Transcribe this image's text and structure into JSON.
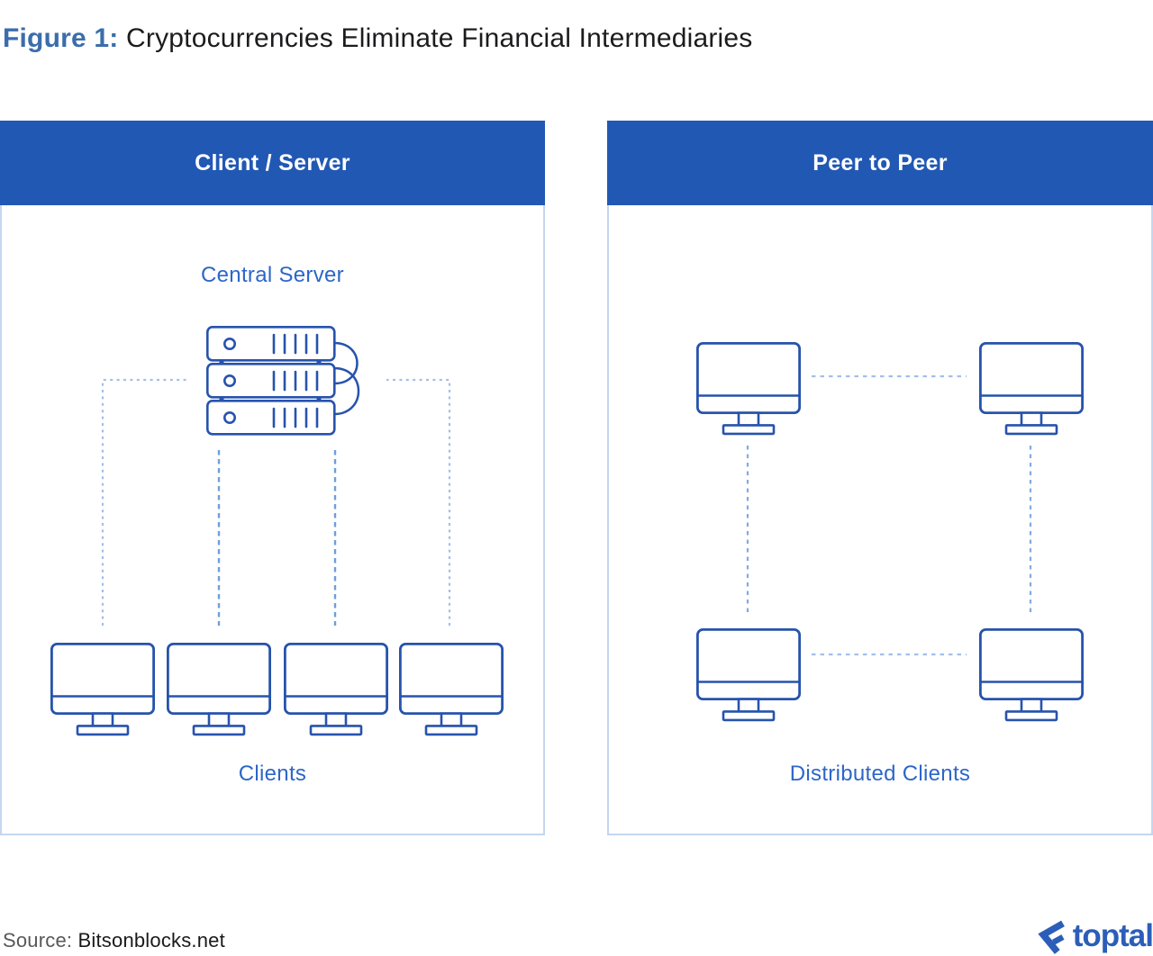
{
  "title": {
    "prefix": "Figure 1:",
    "text": " Cryptocurrencies Eliminate Financial Intermediaries"
  },
  "panels": {
    "client_server": {
      "header": "Client / Server",
      "top_label": "Central Server",
      "bottom_label": "Clients",
      "server_units": 3,
      "client_count": 4,
      "topology": "star: central server connected to 4 clients by dashed lines"
    },
    "peer_to_peer": {
      "header": "Peer to Peer",
      "bottom_label": "Distributed Clients",
      "client_count": 4,
      "topology": "ring/square: 4 peers connected to neighbors by dashed lines"
    }
  },
  "footer": {
    "source_label": "Source: ",
    "source_value": "Bitsonblocks.net",
    "logo_text": "toptal"
  },
  "icons": {
    "server": "server-stack-icon",
    "client": "desktop-monitor-icon",
    "logo_mark": "toptal-mark-icon"
  },
  "colors": {
    "header_blue": "#2158b4",
    "icon_stroke_blue": "#2753ac",
    "label_blue": "#2d66c8",
    "title_prefix_blue": "#3b6dac",
    "title_text_dark": "#1c1c1e",
    "panel_border_light_blue": "#c3d6f1",
    "dashed_light_blue": "#a3bfe9",
    "dashed_medium_blue": "#6f9fda",
    "source_label_gray": "#58585a",
    "source_value_dark": "#1a1a1b",
    "toptal_blue": "#2b5eb8",
    "background": "#ffffff"
  }
}
